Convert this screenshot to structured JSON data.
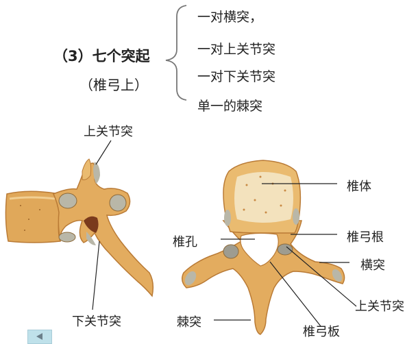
{
  "header": {
    "title": "（3）七个突起",
    "subtitle": "（椎弓上）",
    "items": [
      "一对横突，",
      "一对上关节突",
      "一对下关节突",
      "单一的棘突"
    ]
  },
  "lateral_view": {
    "labels": {
      "superior_articular": "上关节突",
      "inferior_articular": "下关节突"
    }
  },
  "superior_view": {
    "labels": {
      "body": "椎体",
      "foramen": "椎孔",
      "pedicle": "椎弓根",
      "transverse": "横突",
      "superior_articular": "上关节突",
      "spinous": "棘突",
      "lamina": "椎弓板"
    }
  },
  "nav": {
    "prev_icon": "triangle-left-icon"
  },
  "colors": {
    "bone": "#e0a85a",
    "bone_dark": "#b97a35",
    "bone_light": "#f3d69e",
    "cartilage": "#b9b7a8",
    "nav_bg": "#bfe1ea"
  }
}
